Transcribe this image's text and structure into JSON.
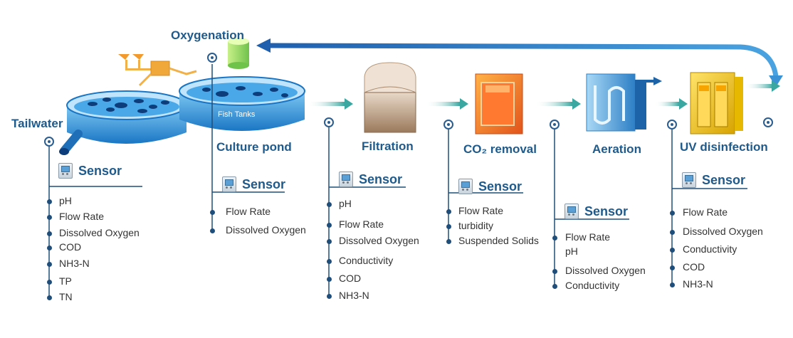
{
  "stages": {
    "tailwater": "Tailwater",
    "oxygenation": "Oxygenation",
    "fish_tanks": "Fish Tanks",
    "culture_pond": "Culture pond",
    "filtration": "Filtration",
    "co2_removal": "CO₂ removal",
    "aeration": "Aeration",
    "uv_disinfection": "UV disinfection"
  },
  "sensor_label": "Sensor",
  "sensor_groups": {
    "tailwater": [
      "pH",
      "Flow Rate",
      "Dissolved Oxygen",
      "COD",
      "NH3-N",
      "TP",
      "TN"
    ],
    "culture_pond": [
      "Flow Rate",
      "Dissolved Oxygen"
    ],
    "filtration": [
      "pH",
      "Flow Rate",
      "Dissolved Oxygen",
      "Conductivity",
      "COD",
      "NH3-N"
    ],
    "co2_removal": [
      "Flow Rate",
      "turbidity",
      "Suspended Solids"
    ],
    "aeration": [
      "Flow Rate",
      "pH",
      "Dissolved Oxygen",
      "Conductivity"
    ],
    "uv_disinfection": [
      "Flow Rate",
      "Dissolved Oxygen",
      "Conductivity",
      "COD",
      "NH3-N"
    ]
  },
  "colors": {
    "title_blue": "#1e5a8c",
    "line_blue": "#1f4e7a",
    "flow_arrow": "#2f7fc4",
    "water": "#2b8fd8",
    "param_text": "#333333"
  }
}
